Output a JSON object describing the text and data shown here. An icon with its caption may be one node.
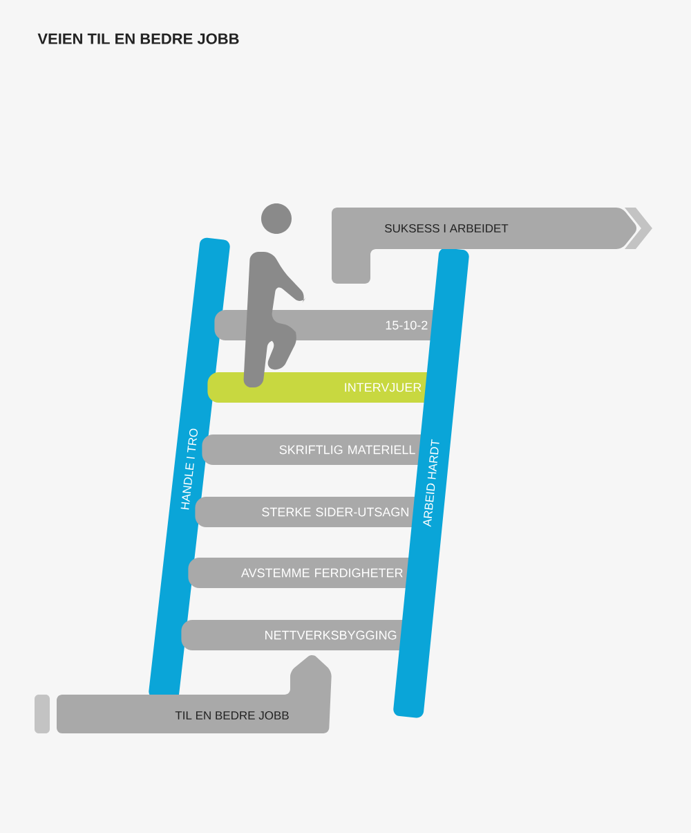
{
  "diagram": {
    "title": "VEIEN TIL EN BEDRE JOBB",
    "nodes": [
      {
        "text": [
          "SUKSESS I ARBEIDET"
        ]
      },
      {
        "text": [
          "HANDLE I TRO"
        ]
      },
      {
        "text": [
          "ARBEID HARDT"
        ]
      },
      {
        "text": [
          "15-10-2"
        ]
      },
      {
        "text": [
          "INTERVJUER"
        ]
      },
      {
        "text": [
          "SKRIFTLIG MATERIELL"
        ]
      },
      {
        "text": [
          "STERKE SIDER-UTSAGN"
        ]
      },
      {
        "text": [
          "AVSTEMME FERDIGHETER"
        ]
      },
      {
        "text": [
          "NETTVERKSBYGGING"
        ]
      },
      {
        "text": [
          "TIL EN BEDRE JOBB"
        ]
      }
    ]
  }
}
